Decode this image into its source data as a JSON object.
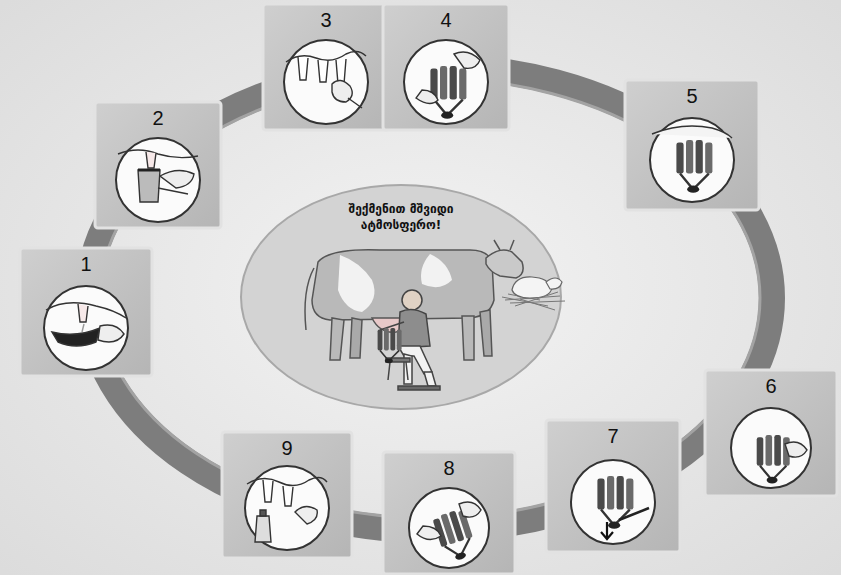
{
  "diagram": {
    "nodes": [
      {
        "text": [
          "1"
        ]
      },
      {
        "text": [
          "2"
        ]
      },
      {
        "text": [
          "3"
        ]
      },
      {
        "text": [
          "4"
        ]
      },
      {
        "text": [
          "5"
        ]
      },
      {
        "text": [
          "6"
        ]
      },
      {
        "text": [
          "7"
        ]
      },
      {
        "text": [
          "8"
        ]
      },
      {
        "text": [
          "9"
        ]
      },
      {
        "text": [
          "შექმენით მშვიდი ატმოსფერო!"
        ]
      }
    ]
  }
}
